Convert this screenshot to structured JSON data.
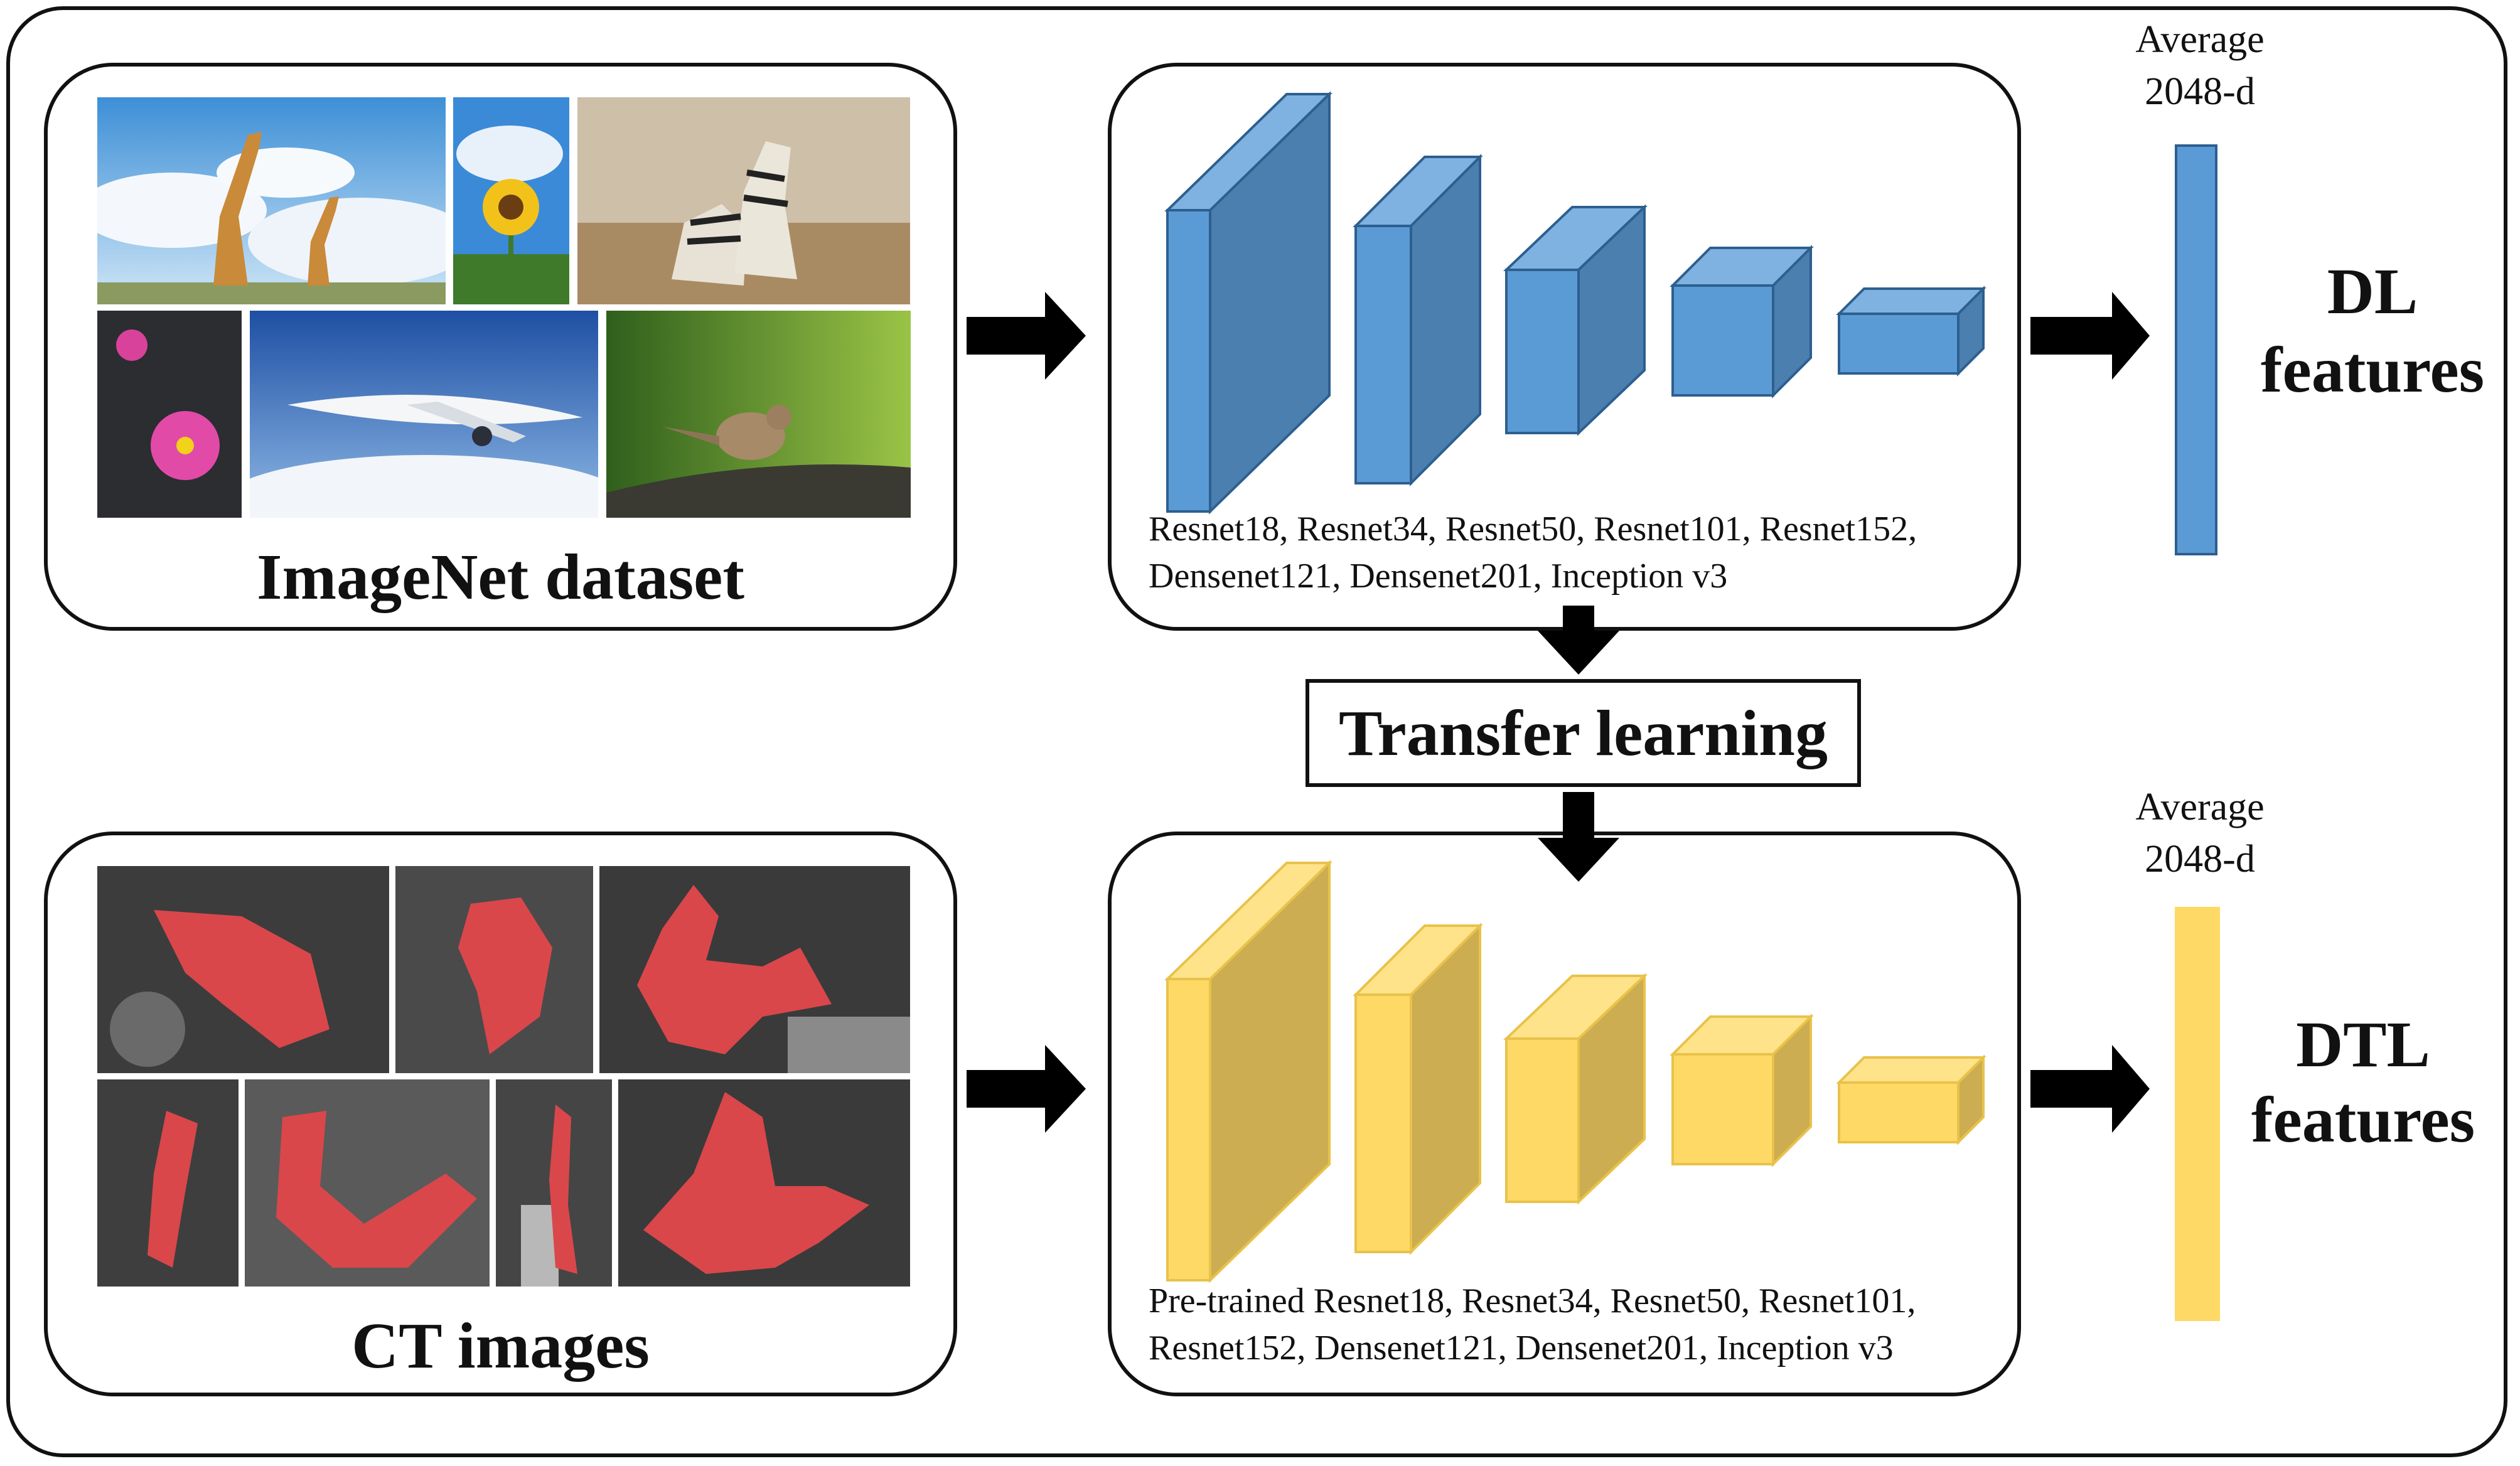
{
  "imagenet": {
    "title": "ImageNet dataset",
    "photo_scenes": [
      "giraffes",
      "sunflower",
      "zebras",
      "pink-flower",
      "airplane",
      "bird"
    ]
  },
  "ct": {
    "title": "CT images"
  },
  "cnn_top": {
    "models_line1": "Resnet18, Resnet34, Resnet50, Resnet101, Resnet152,",
    "models_line2": "Densenet121, Densenet201, Inception v3",
    "color_front": "#5b9bd5",
    "color_side": "#4a7fb0",
    "color_top": "#7fb2e0"
  },
  "cnn_bottom": {
    "models_line1": "Pre-trained Resnet18, Resnet34, Resnet50, Resnet101,",
    "models_line2": "Resnet152, Densenet121, Densenet201, Inception v3",
    "color_front": "#ffd966",
    "color_side": "#ccad52",
    "color_top": "#ffe38a"
  },
  "transfer_learning": "Transfer learning",
  "dl_output": {
    "avg_line1": "Average",
    "avg_line2": "2048-d",
    "label_line1": "DL",
    "label_line2": "features",
    "bar_color": "#5b9bd5"
  },
  "dtl_output": {
    "avg_line1": "Average",
    "avg_line2": "2048-d",
    "label_line1": "DTL",
    "label_line2": "features",
    "bar_color": "#ffd966"
  }
}
